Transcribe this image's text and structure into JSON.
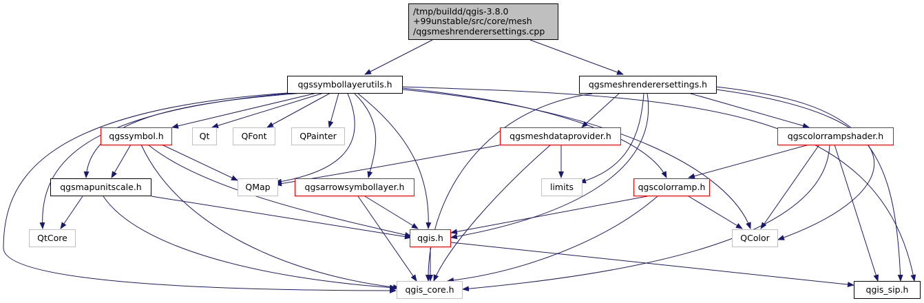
{
  "colors": {
    "edge": "#191970",
    "red_border": "#ff0000",
    "gray_border": "#bfbfbf",
    "root_fill": "#bfbfbf"
  },
  "nodes": {
    "root": {
      "lines": [
        "/tmp/buildd/qgis-3.8.0",
        "+99unstable/src/core/mesh",
        "/qgsmeshrenderersettings.cpp"
      ]
    },
    "qgssymbollayerutils": {
      "label": "qgssymbollayerutils.h"
    },
    "qgsmeshrenderersettings": {
      "label": "qgsmeshrenderersettings.h"
    },
    "qgssymbol": {
      "label": "qgssymbol.h"
    },
    "qt": {
      "label": "Qt"
    },
    "qfont": {
      "label": "QFont"
    },
    "qpainter": {
      "label": "QPainter"
    },
    "qgsmeshdataprovider": {
      "label": "qgsmeshdataprovider.h"
    },
    "qgscolorrampshader": {
      "label": "qgscolorrampshader.h"
    },
    "qgsmapunitscale": {
      "label": "qgsmapunitscale.h"
    },
    "qmap": {
      "label": "QMap"
    },
    "qgsarrowsymbollayer": {
      "label": "qgsarrowsymbollayer.h"
    },
    "limits": {
      "label": "limits"
    },
    "qgscolorramp": {
      "label": "qgscolorramp.h"
    },
    "qtcore": {
      "label": "QtCore"
    },
    "qgis": {
      "label": "qgis.h"
    },
    "qcolor": {
      "label": "QColor"
    },
    "qgis_core": {
      "label": "qgis_core.h"
    },
    "qgis_sip": {
      "label": "qgis_sip.h"
    }
  }
}
